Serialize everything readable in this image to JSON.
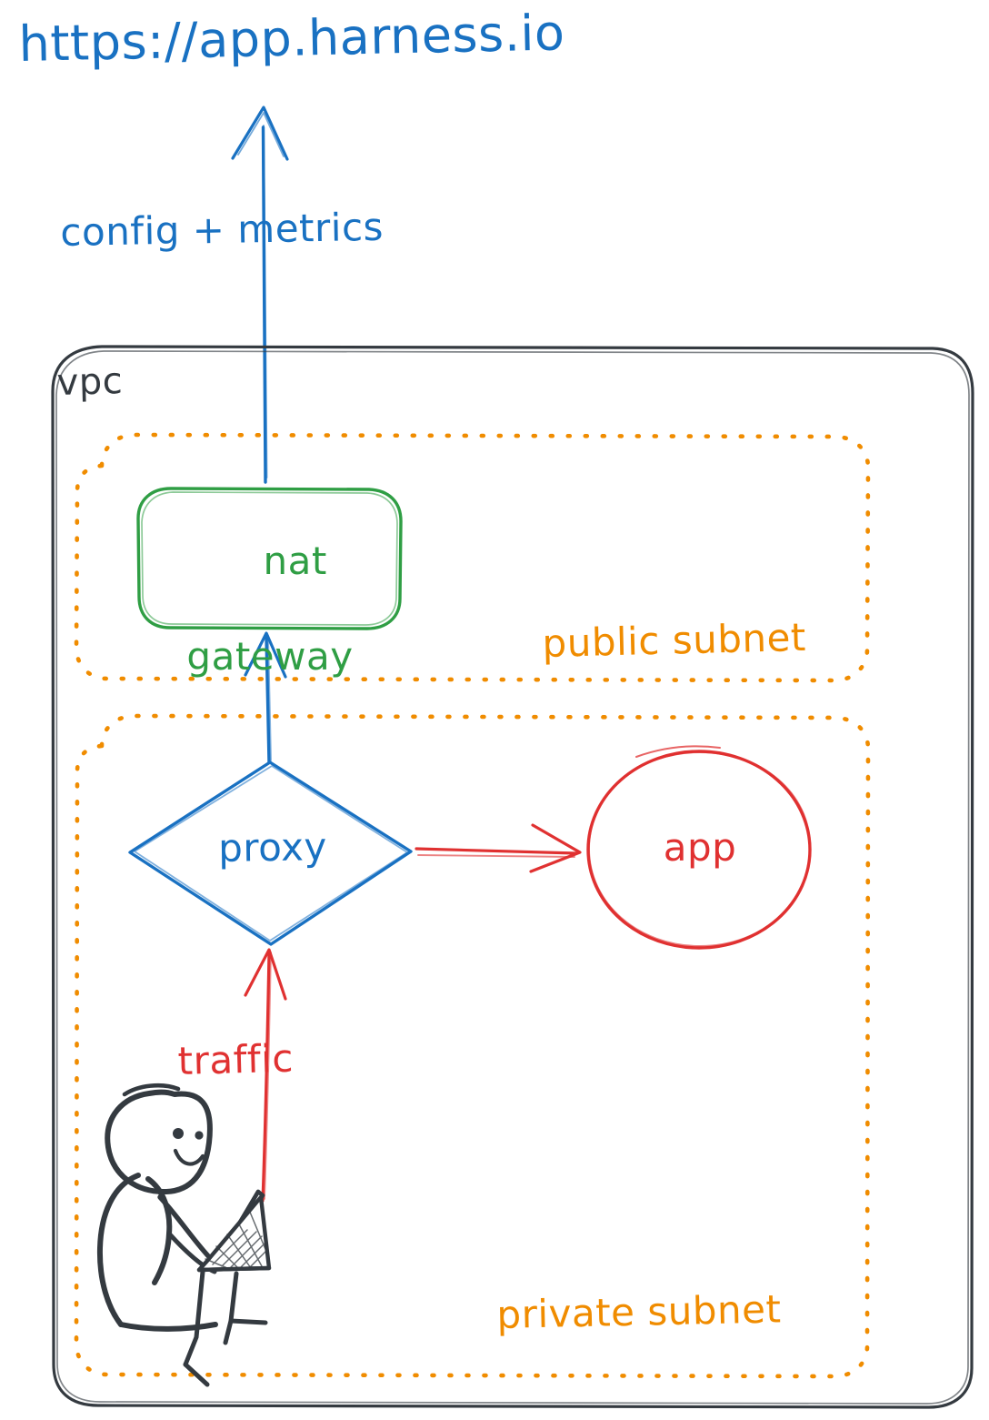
{
  "diagram": {
    "title": "Harness VPC network architecture (hand-drawn)",
    "background": "#ffffff",
    "palette": {
      "blue": "#1971c2",
      "orange": "#f08c00",
      "green": "#2f9e44",
      "red": "#e03131",
      "black": "#343a40"
    },
    "external": {
      "url_label": "https://app.harness.io",
      "uplink_label": "config + metrics"
    },
    "vpc": {
      "label": "vpc",
      "subnets": [
        {
          "id": "public",
          "label": "public subnet",
          "nodes": [
            {
              "id": "nat-gateway",
              "label_line1": "nat",
              "label_line2": "gateway",
              "shape": "rounded-rectangle",
              "color": "#2f9e44"
            }
          ]
        },
        {
          "id": "private",
          "label": "private subnet",
          "nodes": [
            {
              "id": "proxy",
              "label": "proxy",
              "shape": "diamond",
              "color": "#1971c2"
            },
            {
              "id": "app",
              "label": "app",
              "shape": "ellipse",
              "color": "#e03131"
            },
            {
              "id": "user",
              "label": "",
              "shape": "person-with-laptop",
              "color": "#343a40"
            }
          ]
        }
      ]
    },
    "edges": [
      {
        "id": "edge-natgw-to-url",
        "from": "nat-gateway",
        "to": "https://app.harness.io",
        "label": "config + metrics",
        "color": "#1971c2"
      },
      {
        "id": "edge-proxy-to-natgw",
        "from": "proxy",
        "to": "nat-gateway",
        "label": "",
        "color": "#1971c2"
      },
      {
        "id": "edge-proxy-to-app",
        "from": "proxy",
        "to": "app",
        "label": "",
        "color": "#e03131"
      },
      {
        "id": "edge-user-to-proxy",
        "from": "user",
        "to": "proxy",
        "label": "traffic",
        "color": "#e03131"
      }
    ]
  }
}
